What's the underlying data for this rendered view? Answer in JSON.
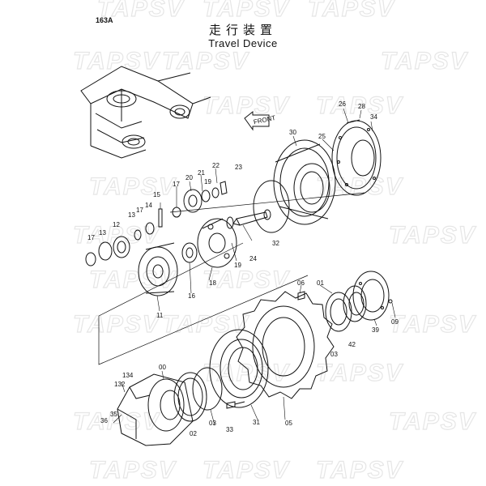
{
  "header": {
    "page_id": "163A",
    "title_jp": "走行装置",
    "title_en": "Travel Device"
  },
  "front_arrow": "FRONT",
  "labels": {
    "p26": "26",
    "p28": "28",
    "p34": "34",
    "p30": "30",
    "p25": "25",
    "p22": "22",
    "p23": "23",
    "p21": "21",
    "p20": "20",
    "p19t": "19",
    "p17a": "17",
    "p15": "15",
    "p14": "14",
    "p13a": "13",
    "p17b": "17",
    "p12": "12",
    "p13b": "13",
    "p17c": "17",
    "p11": "11",
    "p16": "16",
    "p18": "18",
    "p19b": "19",
    "p24": "24",
    "p32": "32",
    "p06": "06",
    "p01": "01",
    "p03r": "03",
    "p42": "42",
    "p39": "39",
    "p09": "09",
    "p00": "00",
    "p134": "134",
    "p132": "132",
    "p02": "02",
    "p03b": "03",
    "p33": "33",
    "p31": "31",
    "p05": "05",
    "p36": "36",
    "p35": "35"
  },
  "watermark": "TAPSV"
}
